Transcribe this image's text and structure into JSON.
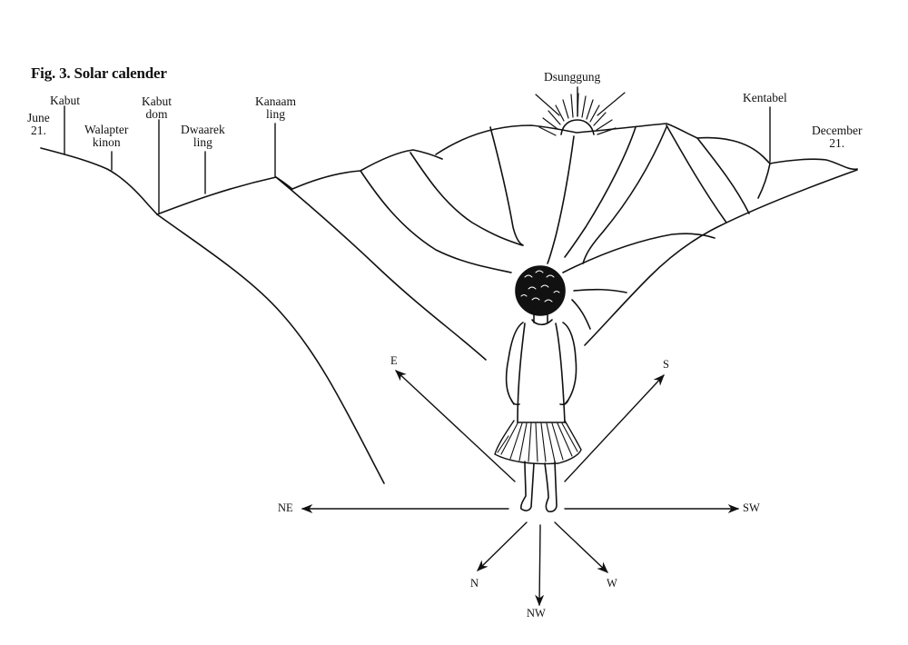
{
  "figure": {
    "title": "Fig. 3. Solar calender"
  },
  "horizon_labels": {
    "june": [
      "June",
      "21."
    ],
    "kabut": [
      "Kabut"
    ],
    "walapter": [
      "Walapter",
      "kinon"
    ],
    "kabut_dom": [
      "Kabut",
      "dom"
    ],
    "dwaarek": [
      "Dwaarek",
      "ling"
    ],
    "kanaam": [
      "Kanaam",
      "ling"
    ],
    "dsunggung": [
      "Dsunggung"
    ],
    "kentabel": [
      "Kentabel"
    ],
    "december": [
      "December",
      "21."
    ]
  },
  "compass": {
    "e": "E",
    "s": "S",
    "ne": "NE",
    "sw": "SW",
    "n": "N",
    "w": "W",
    "nw": "NW"
  },
  "colors": {
    "ink": "#111111",
    "paper": "#ffffff"
  }
}
